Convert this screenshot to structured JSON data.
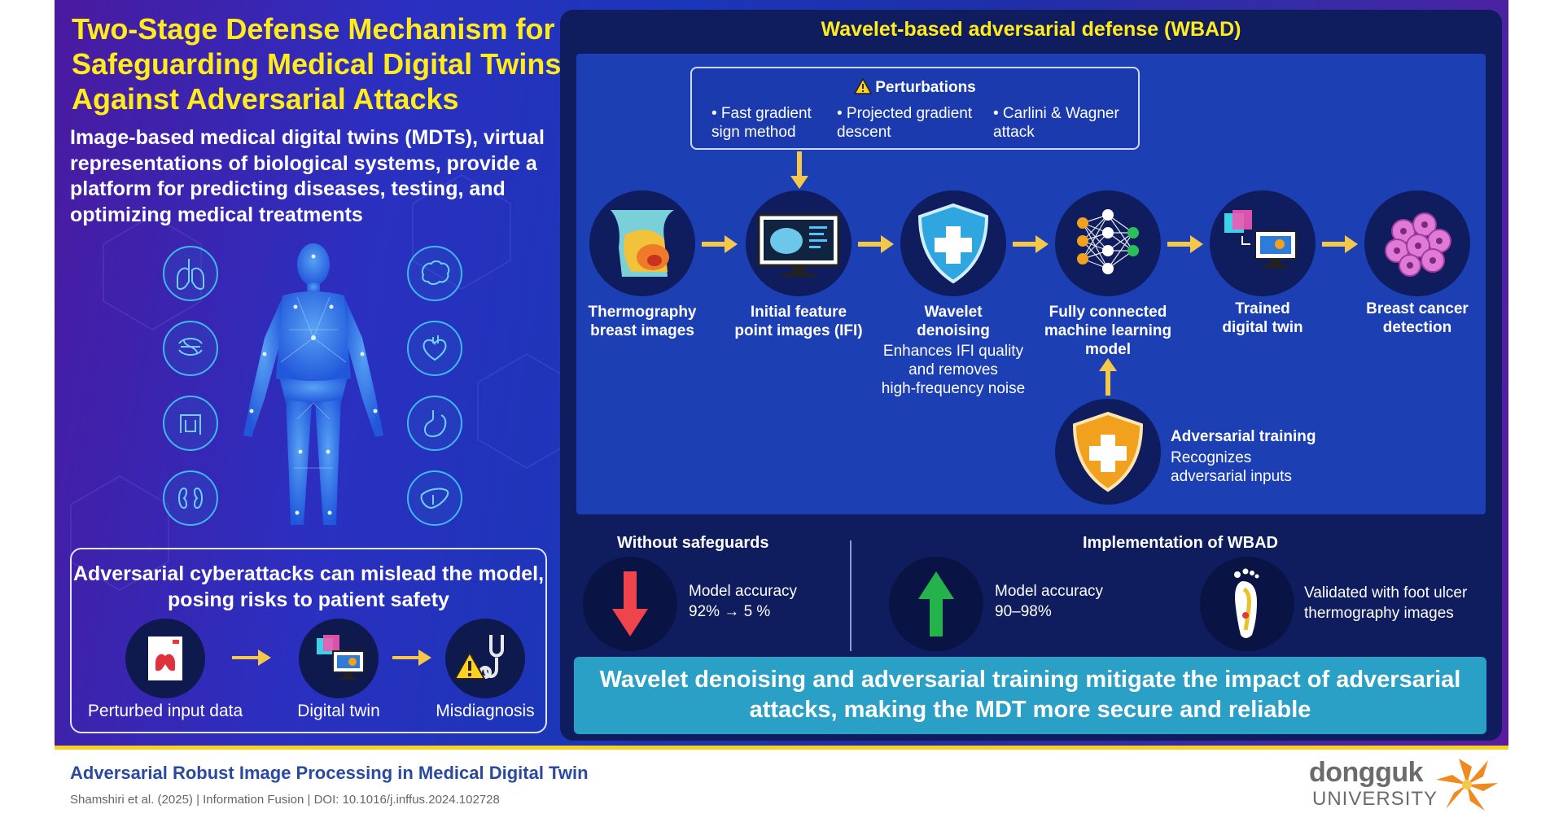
{
  "poster": {
    "title": "Two-Stage Defense Mechanism for Safeguarding Medical Digital Twins Against Adversarial Attacks",
    "intro": "Image-based medical digital twins (MDTs), virtual representations of biological systems, provide a platform for predicting diseases, testing, and optimizing medical treatments",
    "left_icons": [
      "lungs-icon",
      "intestine-icon",
      "colon-icon",
      "kidneys-icon"
    ],
    "right_icons": [
      "brain-icon",
      "heart-icon",
      "stomach-icon",
      "liver-icon"
    ]
  },
  "attack_box": {
    "title": "Adversarial cyberattacks can mislead the model, posing risks to patient safety",
    "steps": [
      {
        "label": "Perturbed input data",
        "icon": "perturbed-xray-icon"
      },
      {
        "label": "Digital twin",
        "icon": "digital-twin-icon"
      },
      {
        "label": "Misdiagnosis",
        "icon": "stethoscope-warning-icon"
      }
    ]
  },
  "wbad": {
    "title": "Wavelet-based adversarial defense (WBAD)",
    "perturbations": {
      "title": "Perturbations",
      "items": [
        "• Fast gradient\nsign method",
        "• Projected gradient\ndescent",
        "• Carlini & Wagner\nattack"
      ]
    },
    "pipeline": [
      {
        "label": "Thermography\nbreast images",
        "sub": "",
        "icon": "thermography-icon"
      },
      {
        "label": "Initial feature\npoint images (IFI)",
        "sub": "",
        "icon": "monitor-scan-icon"
      },
      {
        "label": "Wavelet\ndenoising",
        "sub": "Enhances IFI quality\nand removes\nhigh-frequency noise",
        "icon": "shield-plus-icon"
      },
      {
        "label": "Fully connected\nmachine learning\nmodel",
        "sub": "",
        "icon": "neural-network-icon"
      },
      {
        "label": "Trained\ndigital twin",
        "sub": "",
        "icon": "digital-twin-icon"
      },
      {
        "label": "Breast cancer\ndetection",
        "sub": "",
        "icon": "cancer-cells-icon"
      }
    ],
    "adversarial_training": {
      "title": "Adversarial training",
      "desc": "Recognizes\nadversarial inputs"
    }
  },
  "results": {
    "without": {
      "heading": "Without safeguards",
      "text": "Model accuracy\n92% → 5 %"
    },
    "with": {
      "heading": "Implementation of WBAD",
      "accuracy": "Model accuracy\n90–98%",
      "validation": "Validated with foot ulcer\nthermography images"
    }
  },
  "banner": "Wavelet denoising and adversarial training mitigate the impact of adversarial attacks, making the MDT more secure and reliable",
  "footer": {
    "title": "Adversarial Robust Image Processing in Medical Digital Twin",
    "citation": "Shamshiri et al. (2025) | Information Fusion | DOI: 10.1016/j.inffus.2024.102728",
    "logo_word": "dongguk",
    "logo_sub": "UNIVERSITY"
  },
  "colors": {
    "title_yellow": "#ffec1a",
    "panel_navy": "#0f1c5e",
    "arrow_yellow": "#f6c84a",
    "banner_teal": "#2aa0c7",
    "down_red": "#f0444c",
    "up_green": "#23b34a"
  }
}
